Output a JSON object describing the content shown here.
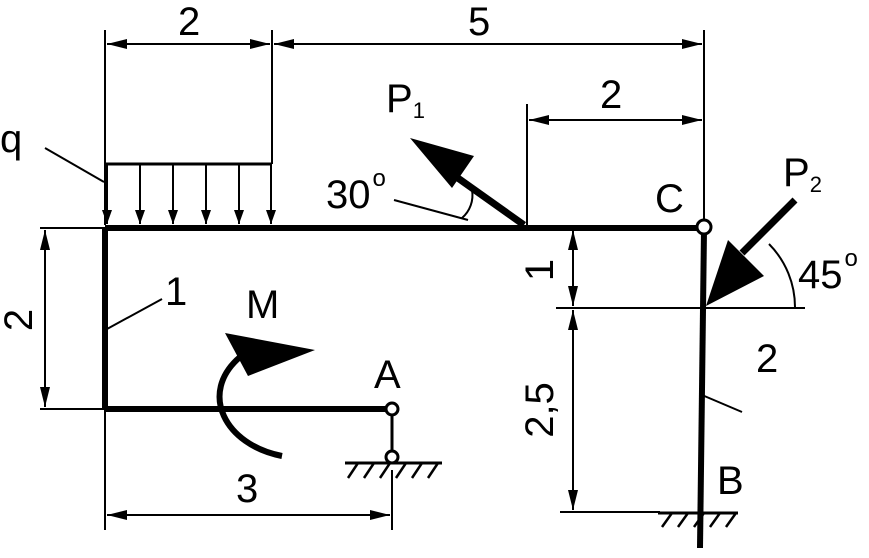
{
  "labels": {
    "q": "q",
    "p1": "P",
    "p1_sub": "1",
    "p2": "P",
    "p2_sub": "2",
    "m": "M",
    "c": "C",
    "a": "A",
    "b": "B",
    "rod1": "1",
    "rod2": "2"
  },
  "angles": {
    "p1_value": "30",
    "p1_unit": "o",
    "p2_value": "45",
    "p2_unit": "o"
  },
  "dimensions": {
    "load_length": "2",
    "top_span": "5",
    "c_offset": "2",
    "left_height": "2",
    "c_to_p2": "1",
    "p2_to_b": "2,5",
    "bottom_span": "3"
  }
}
